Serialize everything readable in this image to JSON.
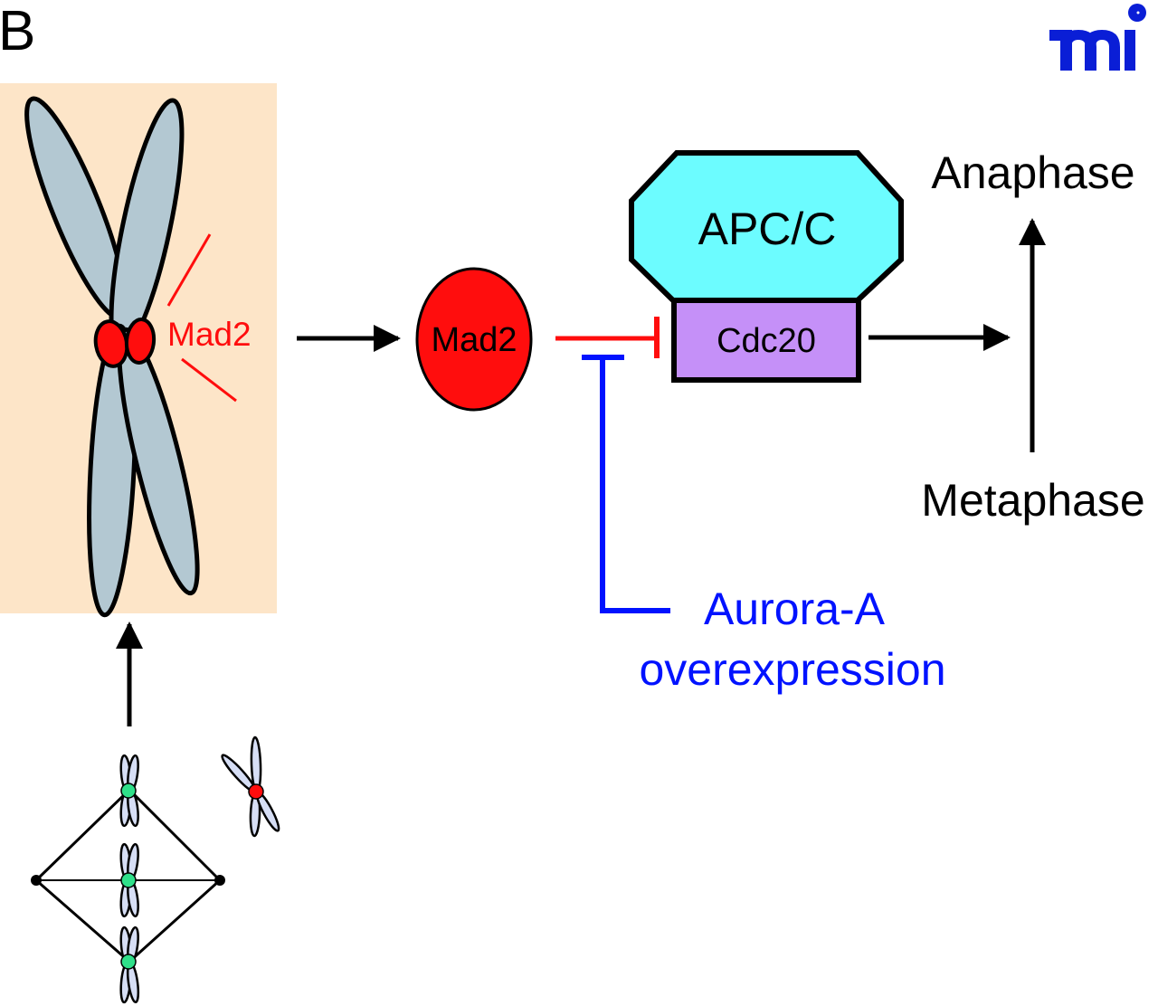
{
  "panel_label": "B",
  "logo_text": "mi",
  "colors": {
    "panel_bg": "#fde5c8",
    "chromosome_fill": "#b3c8d2",
    "small_chromosome_fill": "#d6def5",
    "mad2_red": "#ff0d0d",
    "kinetochore_green": "#2fe08a",
    "apc_fill": "#6cfcff",
    "cdc20_fill": "#c590f8",
    "aurora_blue": "#0012ff",
    "logo_blue": "#0a1ed6",
    "ink": "#000000"
  },
  "chromosome_panel": {
    "mad2_label": "Mad2"
  },
  "nodes": {
    "mad2": "Mad2",
    "apc": "APC/C",
    "cdc20": "Cdc20",
    "anaphase": "Anaphase",
    "metaphase": "Metaphase",
    "aurora_line1": "Aurora-A",
    "aurora_line2": "overexpression"
  },
  "edges": [
    {
      "from": "unattached-chromosome",
      "to": "mad2",
      "type": "activation"
    },
    {
      "from": "mad2",
      "to": "cdc20",
      "type": "inhibition"
    },
    {
      "from": "aurora-a-overexpression",
      "to": "mad2-inhibition",
      "type": "inhibition"
    },
    {
      "from": "cdc20",
      "to": "metaphase-anaphase-transition",
      "type": "activation"
    },
    {
      "from": "metaphase",
      "to": "anaphase",
      "type": "activation"
    }
  ]
}
